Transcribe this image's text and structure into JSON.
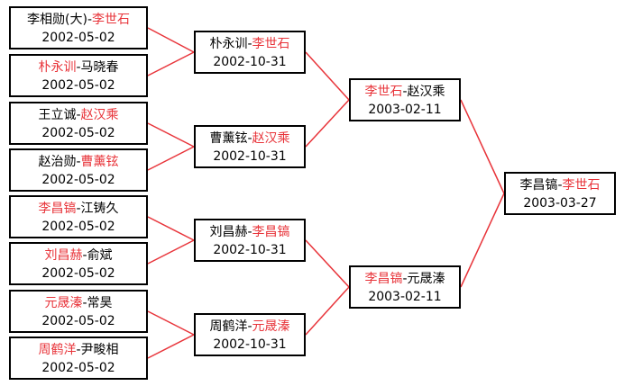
{
  "watermark_text": "",
  "line_color": "#e8343a",
  "winner_color": "#e8343a",
  "matches": {
    "r1_1": {
      "a": "李相勋(大)",
      "b": "李世石",
      "winner": "b",
      "date": "2002-05-02"
    },
    "r1_2": {
      "a": "朴永训",
      "b": "马晓春",
      "winner": "a",
      "date": "2002-05-02"
    },
    "r1_3": {
      "a": "王立诚",
      "b": "赵汉乘",
      "winner": "b",
      "date": "2002-05-02"
    },
    "r1_4": {
      "a": "赵治勋",
      "b": "曹薰铉",
      "winner": "b",
      "date": "2002-05-02"
    },
    "r1_5": {
      "a": "李昌镐",
      "b": "江铸久",
      "winner": "a",
      "date": "2002-05-02"
    },
    "r1_6": {
      "a": "刘昌赫",
      "b": "俞斌",
      "winner": "a",
      "date": "2002-05-02"
    },
    "r1_7": {
      "a": "元晟溱",
      "b": "常昊",
      "winner": "a",
      "date": "2002-05-02"
    },
    "r1_8": {
      "a": "周鹤洋",
      "b": "尹畯相",
      "winner": "a",
      "date": "2002-05-02"
    },
    "r2_1": {
      "a": "朴永训",
      "b": "李世石",
      "winner": "b",
      "date": "2002-10-31"
    },
    "r2_2": {
      "a": "曹薰铉",
      "b": "赵汉乘",
      "winner": "b",
      "date": "2002-10-31"
    },
    "r2_3": {
      "a": "刘昌赫",
      "b": "李昌镐",
      "winner": "b",
      "date": "2002-10-31"
    },
    "r2_4": {
      "a": "周鹤洋",
      "b": "元晟溱",
      "winner": "b",
      "date": "2002-10-31"
    },
    "r3_1": {
      "a": "李世石",
      "b": "赵汉乘",
      "winner": "a",
      "date": "2003-02-11"
    },
    "r3_2": {
      "a": "李昌镐",
      "b": "元晟溱",
      "winner": "a",
      "date": "2003-02-11"
    },
    "final": {
      "a": "李昌镐",
      "b": "李世石",
      "winner": "b",
      "date": "2003-03-27"
    }
  }
}
